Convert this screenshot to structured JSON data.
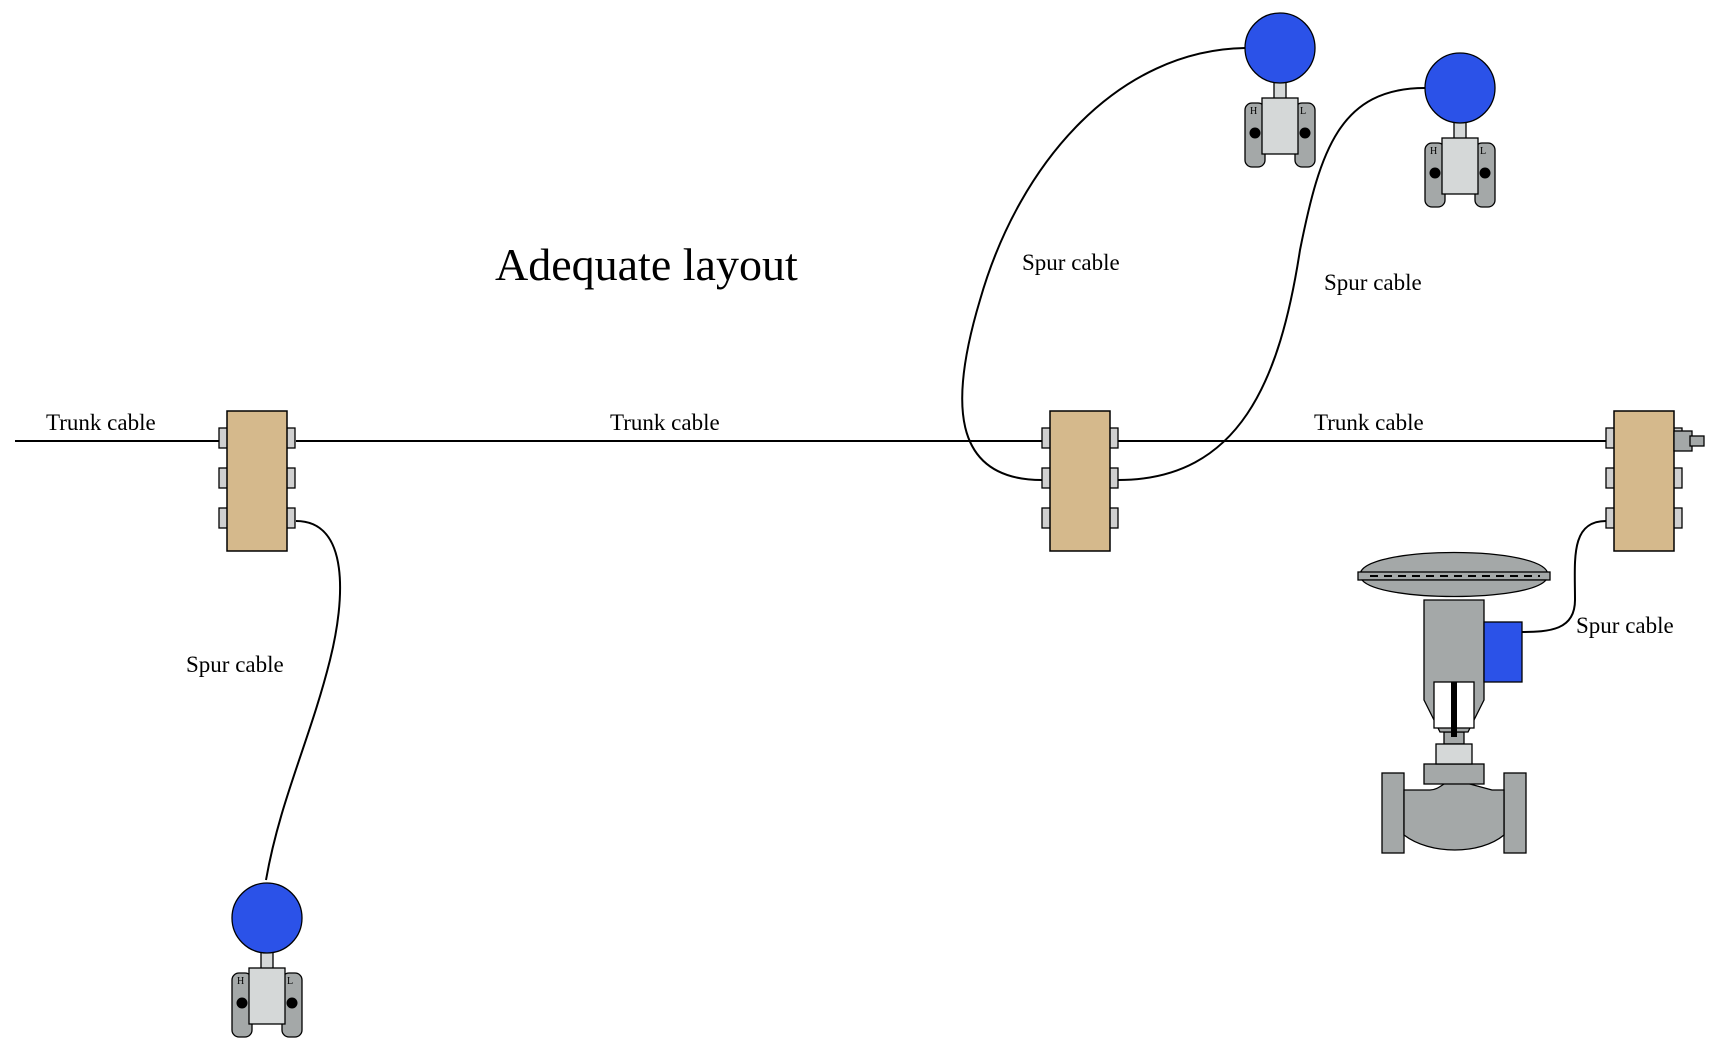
{
  "title": "Adequate layout",
  "labels": {
    "trunk_left": "Trunk cable",
    "trunk_middle": "Trunk cable",
    "trunk_right": "Trunk cable",
    "spur_left": "Spur cable",
    "spur_top_left": "Spur cable",
    "spur_top_right": "Spur cable",
    "spur_valve": "Spur cable"
  },
  "transmitter_ports": {
    "high": "H",
    "low": "L"
  },
  "colors": {
    "coupler_box": "#d5b98c",
    "transmitter_head": "#2b52e8",
    "body_gray": "#a4a8a8"
  }
}
